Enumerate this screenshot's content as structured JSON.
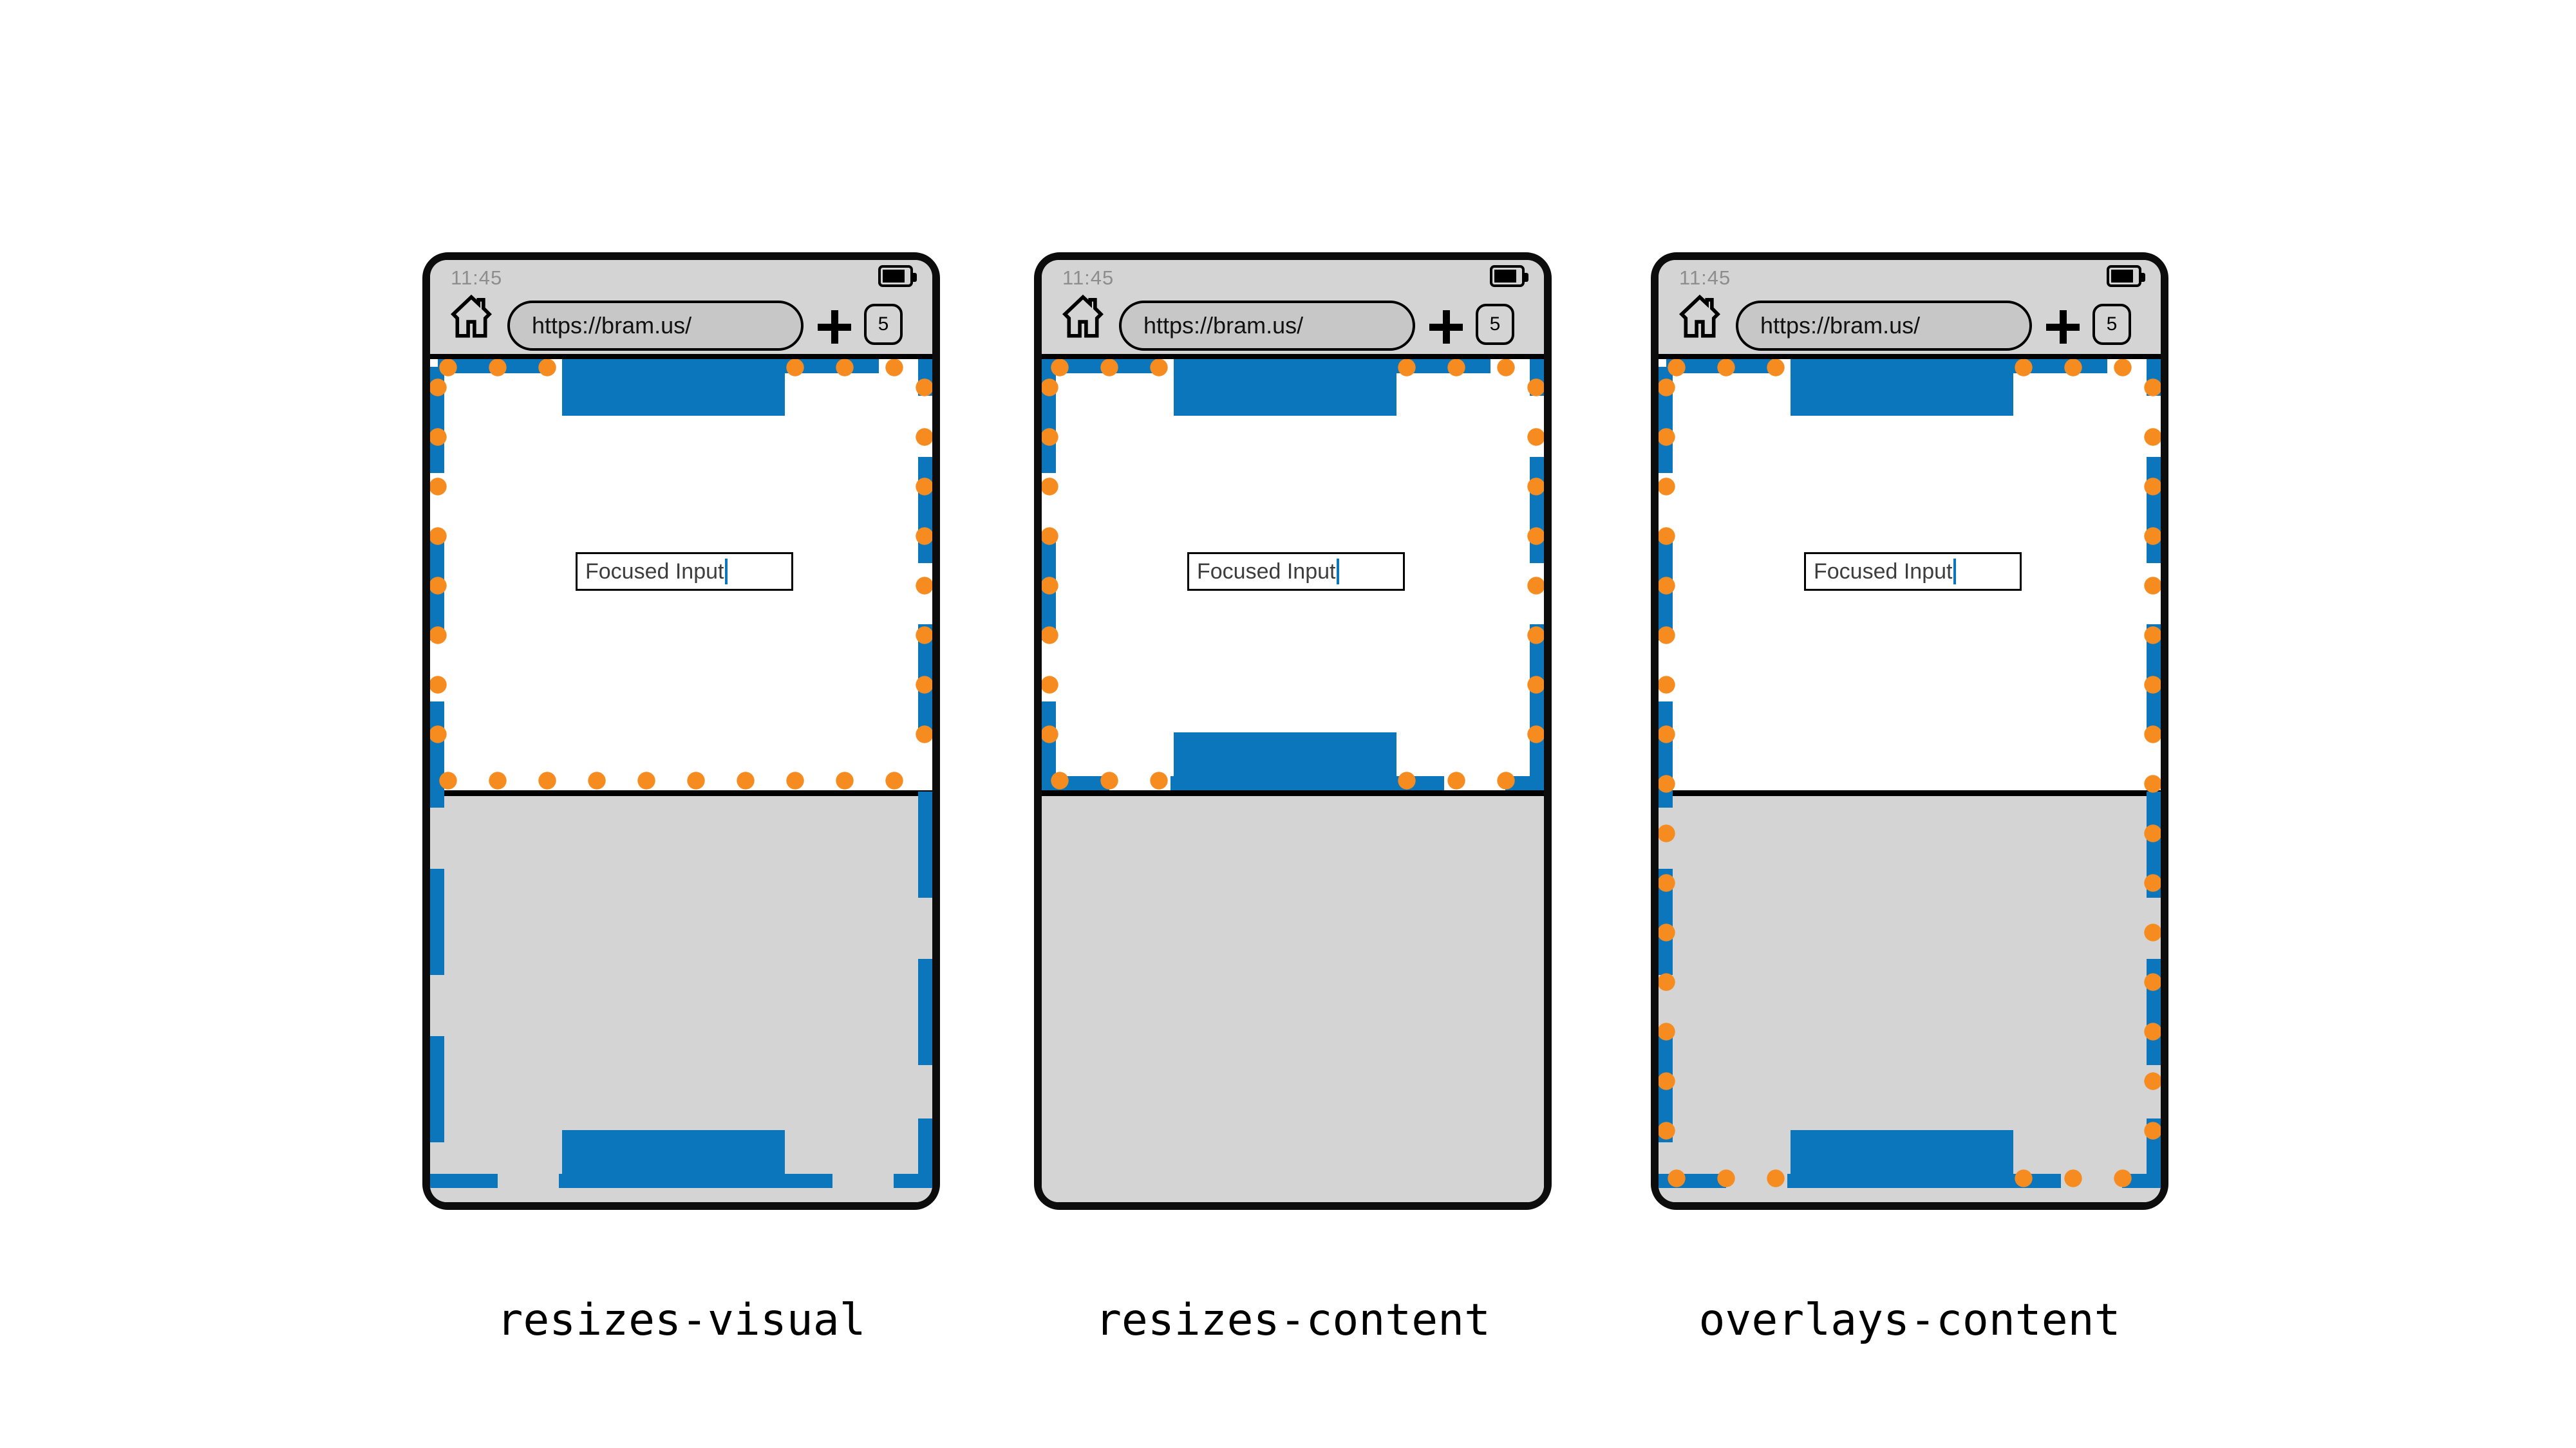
{
  "colors": {
    "layout_viewport_blue": "#0b76bc",
    "visual_viewport_orange": "#f68b1f",
    "chrome_gray": "#d4d4d4"
  },
  "chrome": {
    "time": "11:45",
    "url": "https://bram.us/",
    "tab_count": "5"
  },
  "page": {
    "input_value": "Focused Input"
  },
  "phones": [
    {
      "mode": "resizes-visual",
      "label": "resizes-visual"
    },
    {
      "mode": "resizes-content",
      "label": "resizes-content"
    },
    {
      "mode": "overlays-content",
      "label": "overlays-content"
    }
  ]
}
